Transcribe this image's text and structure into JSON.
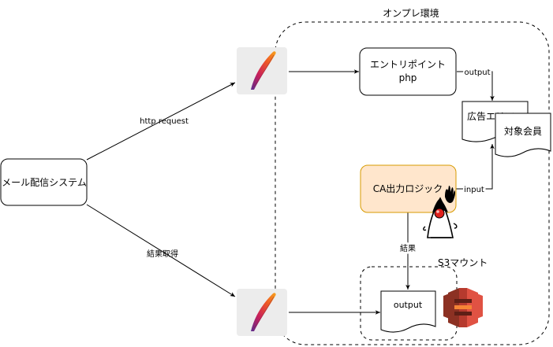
{
  "diagram": {
    "onprem_label": "オンプレ環境",
    "s3mount_label": "S3マウント",
    "nodes": {
      "mail_system": "メール配信システム",
      "entrypoint_line1": "エントリポイント",
      "entrypoint_line2": "php",
      "ad_area": "広告エリア",
      "target_members": "対象会員",
      "ca_logic": "CA出力ロジック",
      "output_doc": "output"
    },
    "edges": {
      "http_request": "http request",
      "result_fetch": "結果取得",
      "output_edge": "output",
      "input_edge": "input",
      "result_edge": "結果"
    },
    "icons": {
      "apache_top": "apache-feather-icon",
      "apache_bottom": "apache-feather-icon",
      "java_duke": "java-duke-icon",
      "amazon_s3": "amazon-s3-icon"
    },
    "colors": {
      "ca_fill": "#FFE6CC",
      "ca_stroke": "#D79B00",
      "s3_red": "#E05243",
      "s3_dark": "#8C3123"
    }
  }
}
